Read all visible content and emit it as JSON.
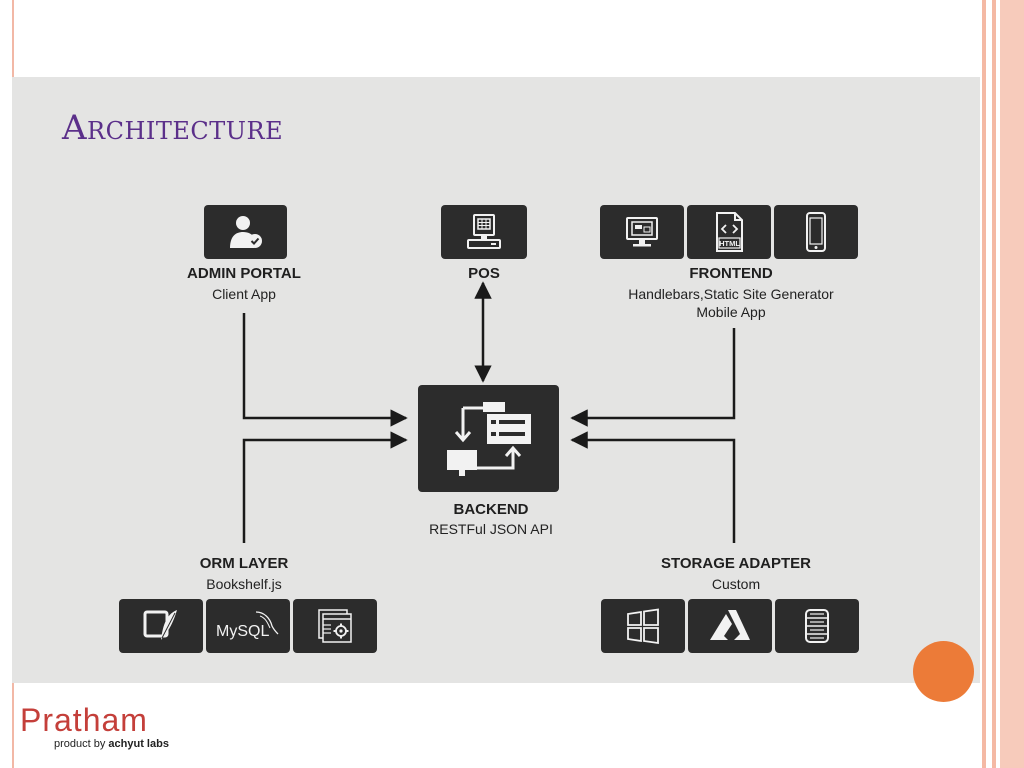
{
  "slide": {
    "title": "Architecture"
  },
  "nodes": {
    "admin": {
      "name": "ADMIN PORTAL",
      "sub": "Client App"
    },
    "pos": {
      "name": "POS",
      "sub": ""
    },
    "frontend": {
      "name": "FRONTEND",
      "sub1": "Handlebars,Static Site Generator",
      "sub2": "Mobile App"
    },
    "backend": {
      "name": "BACKEND",
      "sub": "RESTFul JSON API"
    },
    "orm": {
      "name": "ORM LAYER",
      "sub": "Bookshelf.js"
    },
    "storage": {
      "name": "STORAGE ADAPTER",
      "sub": "Custom"
    }
  },
  "icons": {
    "admin": [
      "user-check-icon"
    ],
    "pos": [
      "pos-terminal-icon"
    ],
    "frontend": [
      "desktop-icon",
      "html-file-icon",
      "mobile-phone-icon"
    ],
    "backend": [
      "server-flow-icon"
    ],
    "orm": [
      "bookshelf-icon",
      "mysql-icon",
      "settings-window-icon"
    ],
    "storage": [
      "windows-icon",
      "azure-icon",
      "storage-server-icon"
    ],
    "mysql_text": "MySQL",
    "html_text": "HTML"
  },
  "brand": {
    "name": "Pratham",
    "tagline_prefix": "product by ",
    "tagline_company": "achyut labs"
  },
  "colors": {
    "title": "#5b2f8a",
    "tile": "#2c2c2c",
    "accent": "#ec7b38",
    "logo": "#c43f3a"
  }
}
